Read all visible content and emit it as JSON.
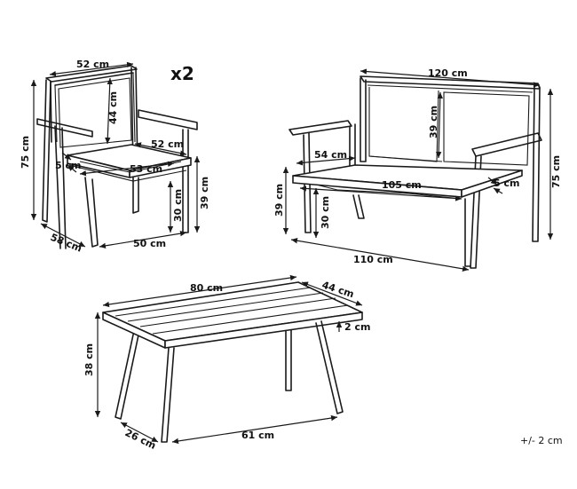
{
  "armchair": {
    "quantity": "x2",
    "width_top": "52 cm",
    "backrest_height": "44 cm",
    "total_height": "75 cm",
    "seat_depth": "52 cm",
    "arm_offset": "5 cm",
    "seat_width": "53 cm",
    "seat_height": "39 cm",
    "clearance": "30 cm",
    "depth": "58 cm",
    "base_width": "50 cm"
  },
  "sofa": {
    "width_top": "120 cm",
    "backrest_height": "39 cm",
    "total_height": "75 cm",
    "seat_depth": "54 cm",
    "seat_width": "105 cm",
    "arm_offset": "5 cm",
    "seat_height": "39 cm",
    "clearance": "30 cm",
    "base_width": "110 cm"
  },
  "table": {
    "length": "80 cm",
    "width": "44 cm",
    "top_thickness": "2 cm",
    "height": "38 cm",
    "leg_depth": "26 cm",
    "leg_span": "61 cm"
  },
  "tolerance": "+/- 2 cm"
}
